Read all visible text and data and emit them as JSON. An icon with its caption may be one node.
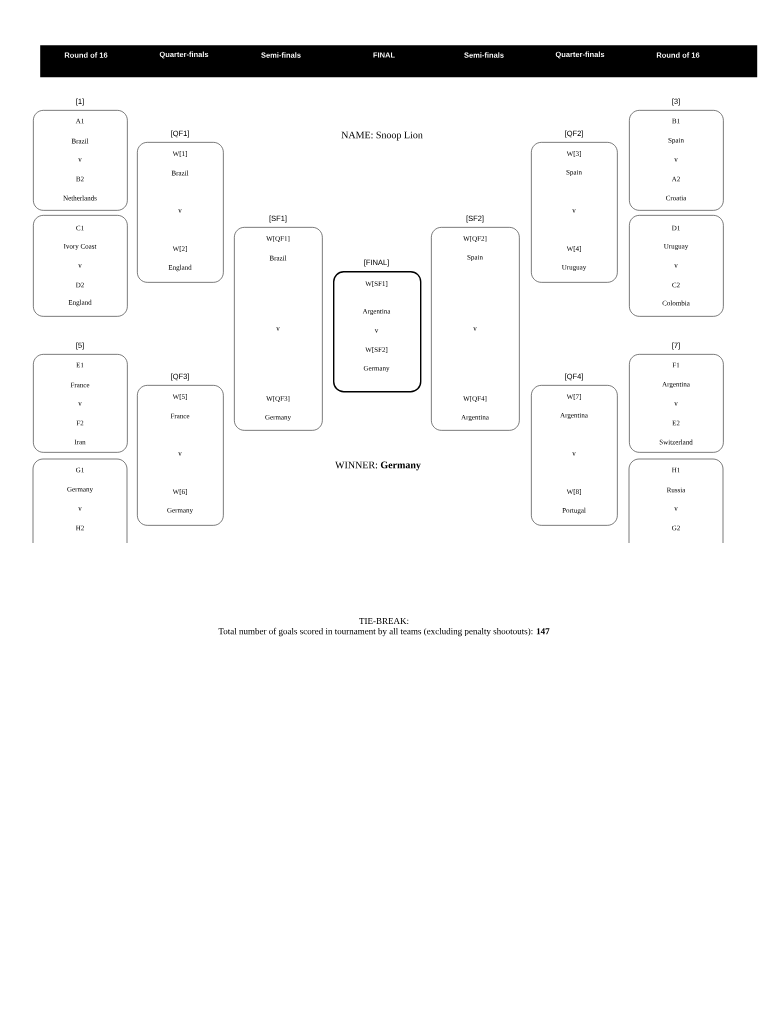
{
  "diagram": {
    "nodes": [
      {
        "text": [
          "Round of 16",
          "Quarter-finals",
          "Semi-finals",
          "FINAL",
          "Semi-finals",
          "Quarter-finals",
          "Round of 16"
        ]
      },
      {
        "text": [
          "[1]",
          "A1",
          "Brazil",
          "v",
          "B2",
          "Netherlands"
        ]
      },
      {
        "text": [
          "C1",
          "Ivory Coast",
          "v",
          "D2",
          "England"
        ]
      },
      {
        "text": [
          "[5]",
          "E1",
          "France",
          "v",
          "F2",
          "Iran"
        ]
      },
      {
        "text": [
          "G1",
          "Germany",
          "v",
          "H2"
        ]
      },
      {
        "text": [
          "[QF1]",
          "W[1]",
          "Brazil",
          "v",
          "W[2]",
          "England"
        ]
      },
      {
        "text": [
          "[QF3]",
          "W[5]",
          "France",
          "v",
          "W[6]",
          "Germany"
        ]
      },
      {
        "text": [
          "[SF1]",
          "W[QF1]",
          "Brazil",
          "v",
          "W[QF3]",
          "Germany"
        ]
      },
      {
        "text": [
          "[FINAL]",
          "W[SF1]",
          "Argentina",
          "v",
          "W[SF2]",
          "Germany"
        ]
      },
      {
        "text": [
          "[SF2]",
          "W[QF2]",
          "Spain",
          "v",
          "W[QF4]",
          "Argentina"
        ]
      },
      {
        "text": [
          "[QF2]",
          "W[3]",
          "Spain",
          "v",
          "W[4]",
          "Uruguay"
        ]
      },
      {
        "text": [
          "[QF4]",
          "W[7]",
          "Argentina",
          "v",
          "W[8]",
          "Portugal"
        ]
      },
      {
        "text": [
          "[3]",
          "B1",
          "Spain",
          "v",
          "A2",
          "Croatia"
        ]
      },
      {
        "text": [
          "D1",
          "Uruguay",
          "v",
          "C2",
          "Colombia"
        ]
      },
      {
        "text": [
          "[7]",
          "F1",
          "Argentina",
          "v",
          "E2",
          "Switzerland"
        ]
      },
      {
        "text": [
          "H1",
          "Russia",
          "v",
          "G2"
        ]
      }
    ],
    "labels": [
      "NAME: Snoop Lion",
      "WINNER: **Germany**",
      "TIE-BREAK:",
      "Total number of goals scored in tournament by all teams (excluding penalty shootouts): **147**"
    ]
  }
}
